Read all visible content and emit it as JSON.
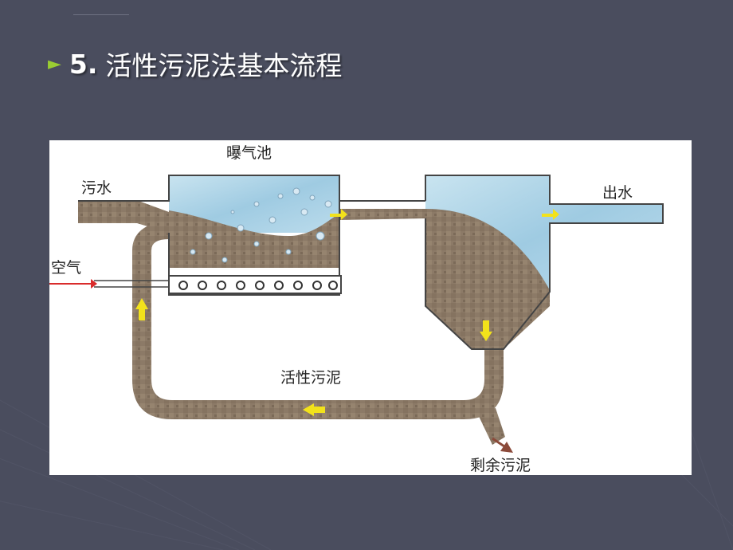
{
  "slide": {
    "bullet": "►",
    "title_num": "5.",
    "title_text": "活性污泥法基本流程"
  },
  "diagram": {
    "labels": {
      "aeration_tank": "曝气池",
      "sewage": "污水",
      "outlet": "出水",
      "air": "空气",
      "activated_sludge": "活性污泥",
      "excess_sludge": "剩余污泥"
    },
    "colors": {
      "sludge": "#8c7a67",
      "water": "#a9d2e6",
      "arrow_flow": "#f2e21b",
      "arrow_air": "#d92b2b",
      "arrow_excess": "#8b4a3a"
    }
  }
}
